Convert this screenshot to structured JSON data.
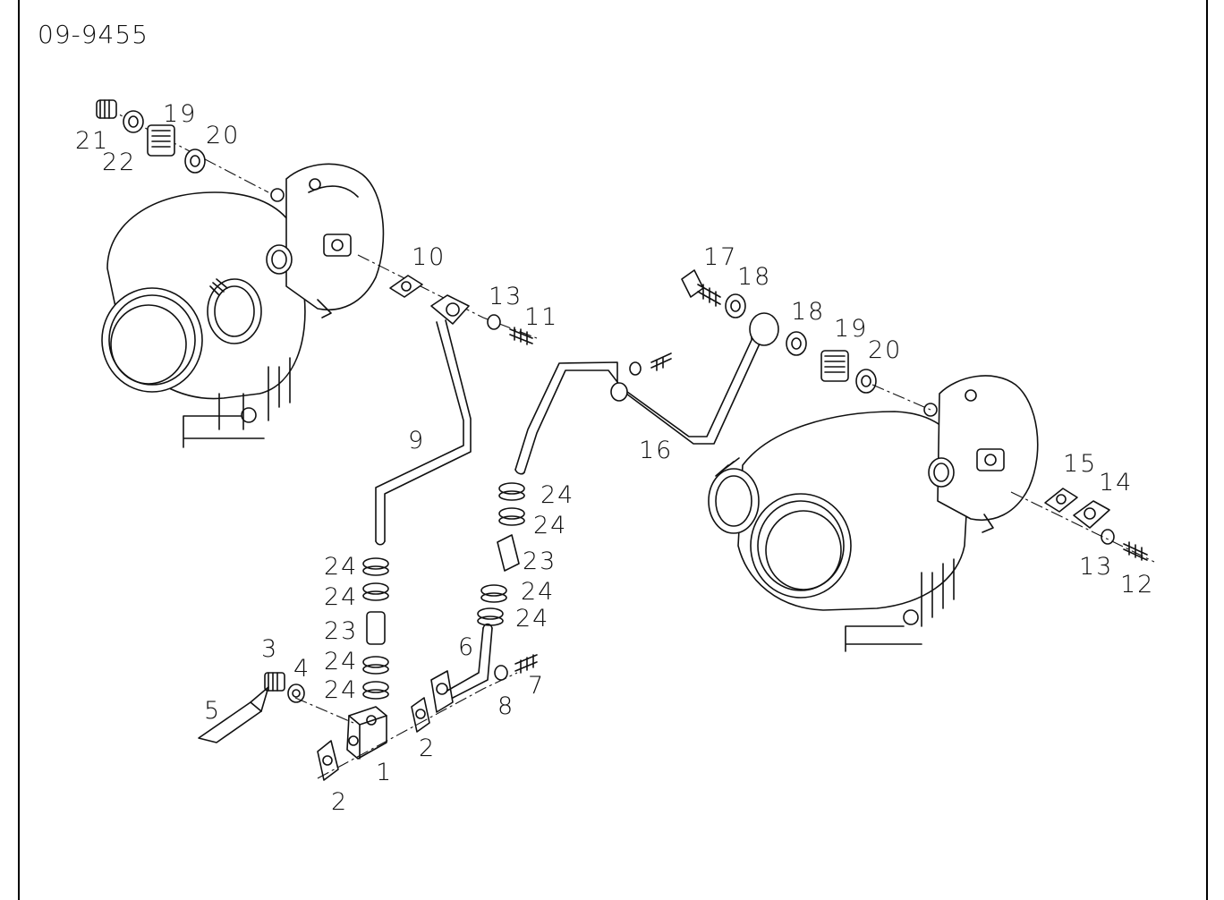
{
  "diagram": {
    "id": "09-9455",
    "callouts": [
      "1",
      "2",
      "2",
      "3",
      "4",
      "5",
      "6",
      "7",
      "8",
      "9",
      "10",
      "11",
      "12",
      "13",
      "13",
      "14",
      "15",
      "16",
      "17",
      "18",
      "18",
      "19",
      "19",
      "20",
      "20",
      "21",
      "22",
      "23",
      "23",
      "24",
      "24",
      "24",
      "24",
      "24",
      "24",
      "24",
      "24"
    ]
  }
}
